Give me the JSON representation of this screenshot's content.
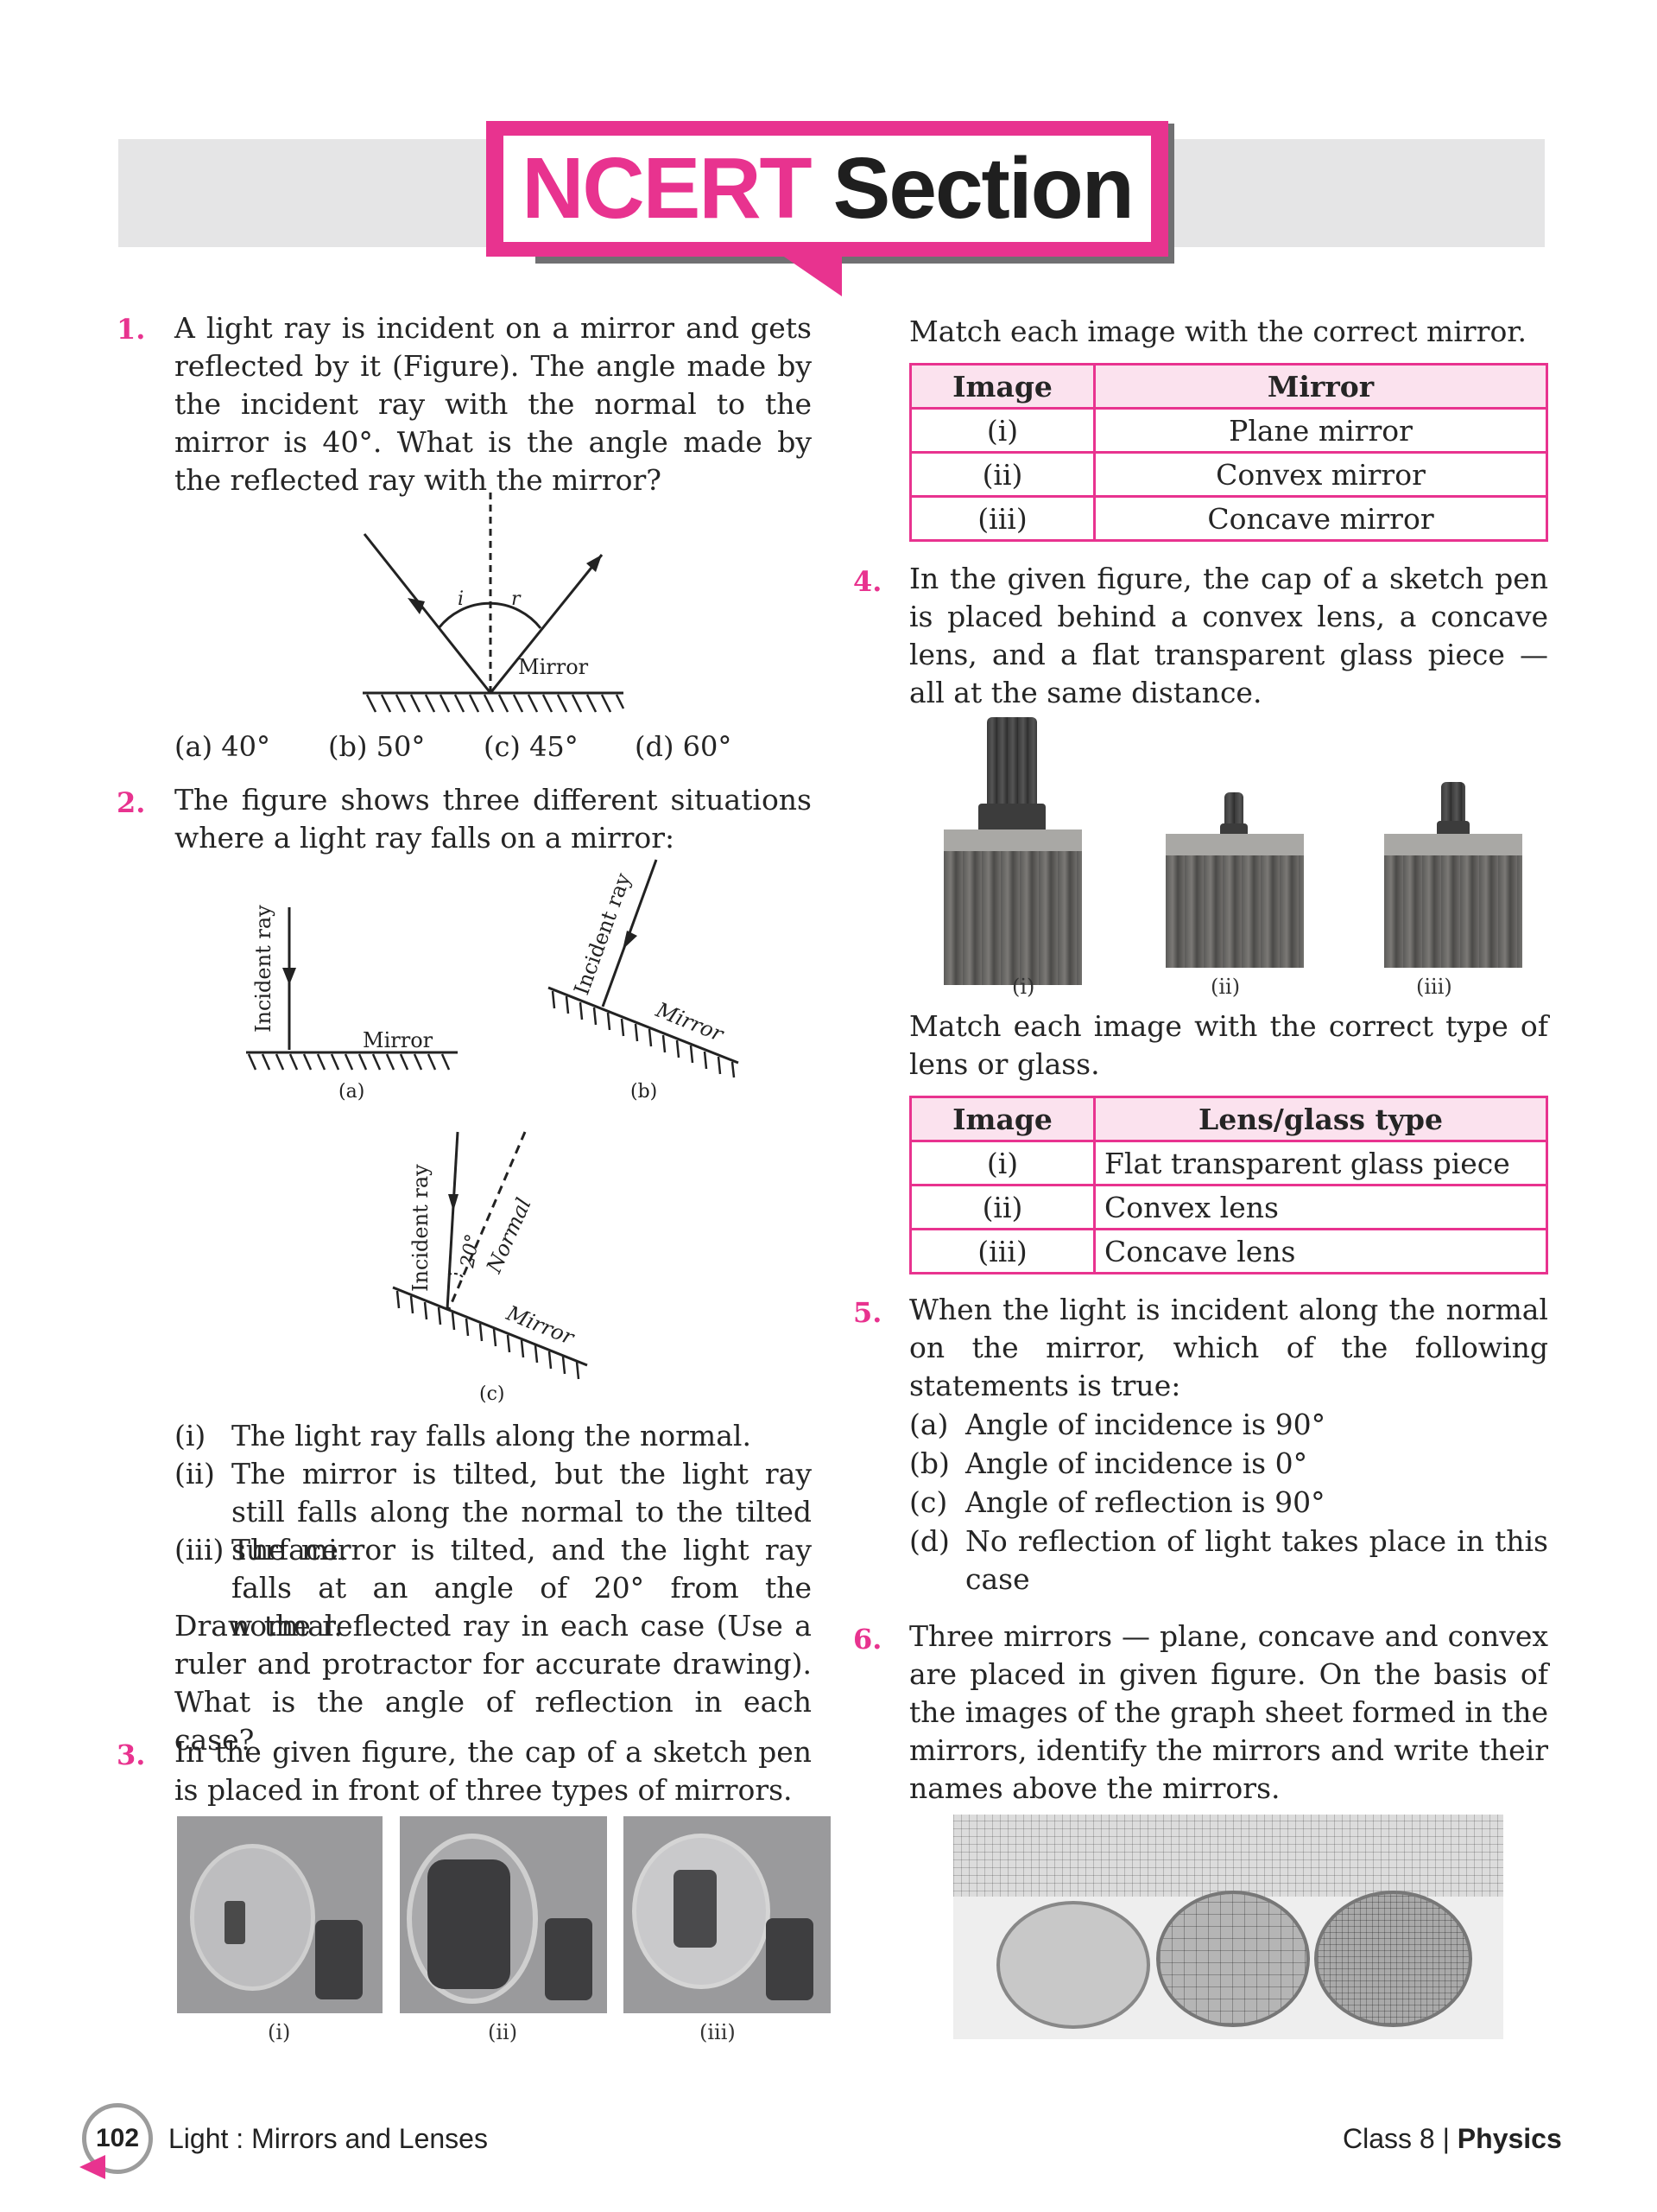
{
  "header": {
    "title_pink": "NCERT",
    "title_dark": "Section"
  },
  "q1": {
    "num": "1.",
    "text": "A light ray is incident on a mirror and gets reflected by it (Figure). The angle made by the incident ray with the normal to the mirror is 40°. What is the angle made by the reflected ray with the mirror?",
    "fig_labels": {
      "i": "i",
      "r": "r",
      "mirror": "Mirror"
    },
    "options": [
      "(a)  40°",
      "(b)  50°",
      "(c)  45°",
      "(d)  60°"
    ]
  },
  "q2": {
    "num": "2.",
    "text": "The figure shows three different situations where a light ray falls on a mirror:",
    "fig_labels": {
      "incident_ray": "Incident ray",
      "mirror": "Mirror",
      "normal": "Normal",
      "angle": "20°",
      "a": "(a)",
      "b": "(b)",
      "c": "(c)"
    },
    "items": [
      {
        "num": "(i)",
        "text": "The light ray falls along the normal."
      },
      {
        "num": "(ii)",
        "text": "The mirror is tilted, but the light ray still falls along the normal to the tilted surface."
      },
      {
        "num": "(iii)",
        "text": "The mirror is tilted, and the light ray falls at an angle of 20° from the normal."
      }
    ],
    "closing": "Draw the reflected ray in each case (Use a ruler and protractor for accurate drawing). What is the angle of reflection in each case?"
  },
  "q3": {
    "num": "3.",
    "text": "In the given figure, the cap of a sketch pen is placed in front of three types of mirrors.",
    "captions": [
      "(i)",
      "(ii)",
      "(iii)"
    ],
    "match_text": "Match each image with the correct mirror.",
    "table": {
      "headers": [
        "Image",
        "Mirror"
      ],
      "rows": [
        [
          "(i)",
          "Plane mirror"
        ],
        [
          "(ii)",
          "Convex mirror"
        ],
        [
          "(iii)",
          "Concave mirror"
        ]
      ]
    }
  },
  "q4": {
    "num": "4.",
    "text": "In the given figure, the cap of a sketch pen is placed behind a convex lens, a concave lens, and a flat transparent glass piece — all at the same distance.",
    "captions": [
      "(i)",
      "(ii)",
      "(iii)"
    ],
    "match_text": "Match each image with the correct type of lens or glass.",
    "table": {
      "headers": [
        "Image",
        "Lens/glass type"
      ],
      "rows": [
        [
          "(i)",
          "Flat transparent glass piece"
        ],
        [
          "(ii)",
          "Convex lens"
        ],
        [
          "(iii)",
          "Concave lens"
        ]
      ]
    }
  },
  "q5": {
    "num": "5.",
    "text": "When the light is incident along the normal on the mirror, which of the following statements is true:",
    "options": [
      {
        "label": "(a)",
        "text": "Angle of incidence is 90°"
      },
      {
        "label": "(b)",
        "text": "Angle of incidence is 0°"
      },
      {
        "label": "(c)",
        "text": "Angle of reflection is 90°"
      },
      {
        "label": "(d)",
        "text": "No reflection of light takes place in this case"
      }
    ]
  },
  "q6": {
    "num": "6.",
    "text": "Three mirrors — plane, concave and convex are placed in given figure. On the basis of the images of the graph sheet formed in the mirrors, identify the mirrors and write their names above the mirrors."
  },
  "footer": {
    "page_number": "102",
    "chapter": "Light : Mirrors and Lenses",
    "class_label": "Class 8 | ",
    "subject": "Physics"
  },
  "colors": {
    "accent": "#e8338f",
    "grey": "#707072",
    "band": "#e5e5e6"
  }
}
